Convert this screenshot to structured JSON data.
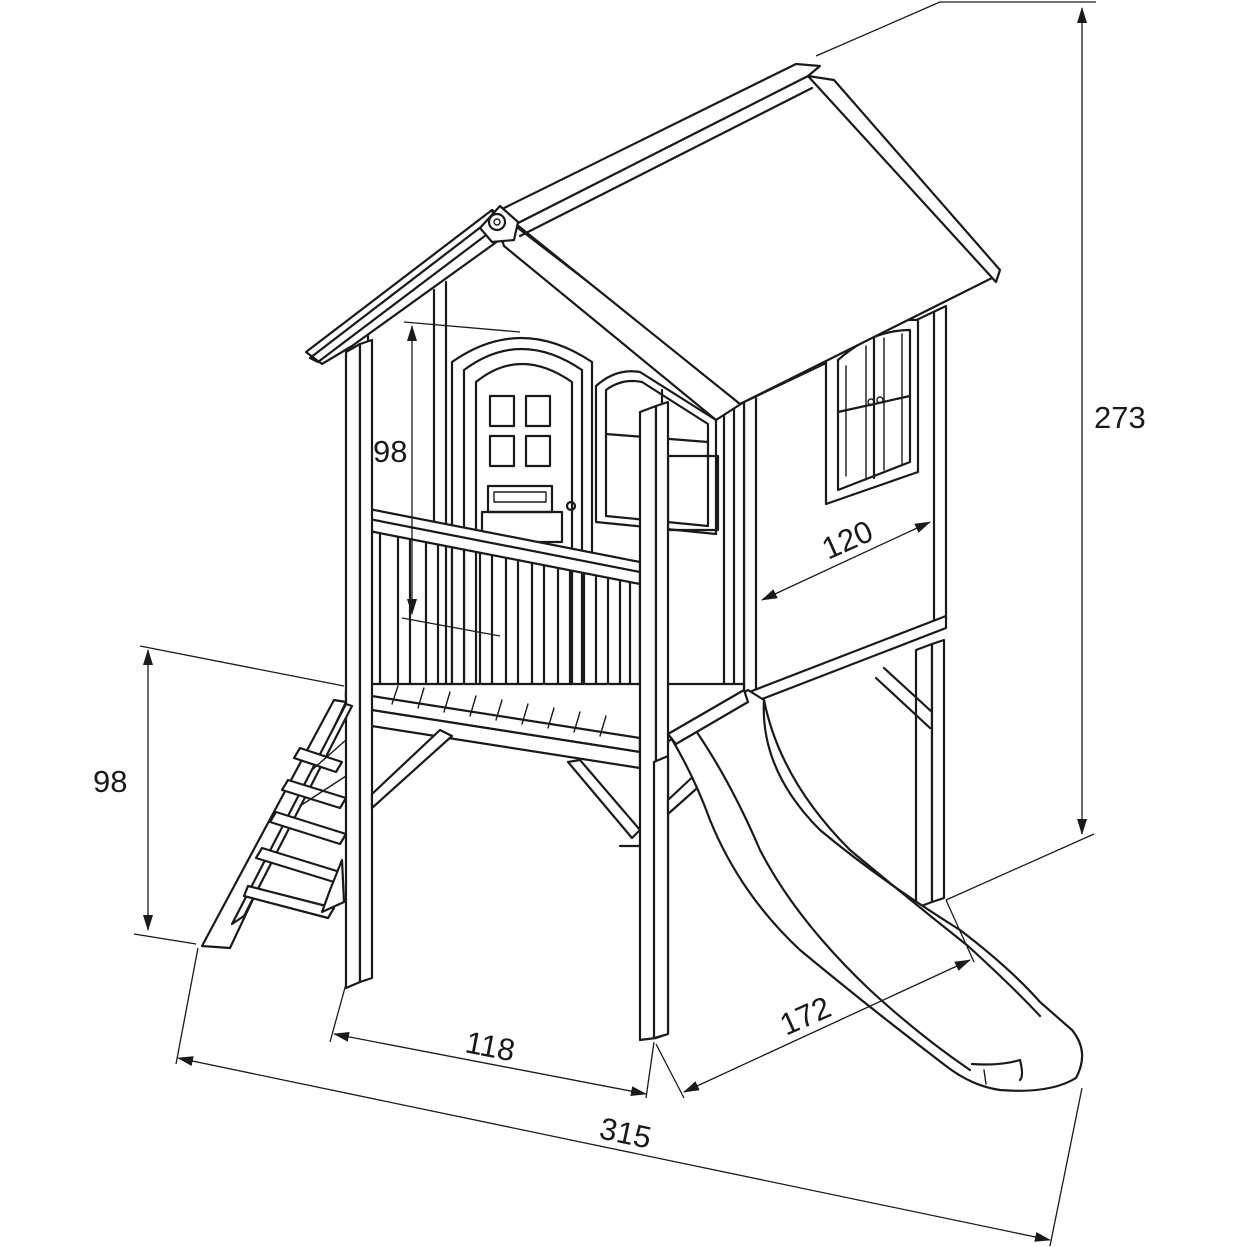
{
  "drawing": {
    "subject": "elevated playhouse with veranda, ladder and slide",
    "dimensions": {
      "total_height": "273",
      "veranda_height": "98",
      "platform_height": "98",
      "side_depth": "120",
      "front_width": "118",
      "slide_length": "172",
      "total_length": "315"
    }
  }
}
